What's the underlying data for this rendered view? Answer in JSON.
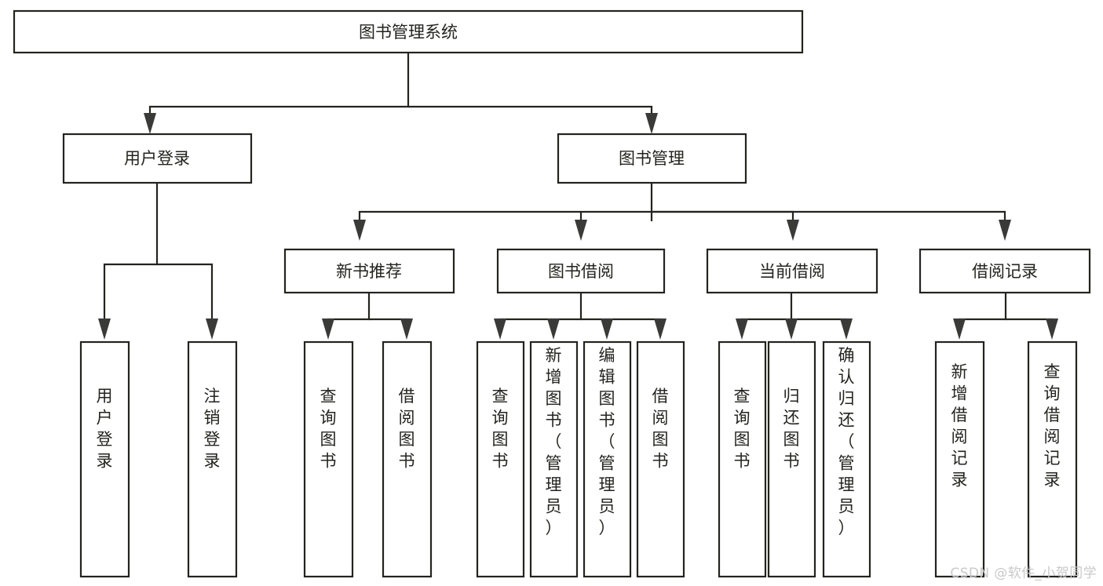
{
  "diagram": {
    "type": "tree",
    "title": "图书管理系统",
    "root": {
      "id": "root",
      "label": "图书管理系统"
    },
    "level1": [
      {
        "id": "user-login",
        "label": "用户登录"
      },
      {
        "id": "book-manage",
        "label": "图书管理"
      }
    ],
    "level2": [
      {
        "id": "new-book-recommend",
        "label": "新书推荐",
        "parent": "book-manage"
      },
      {
        "id": "book-borrow",
        "label": "图书借阅",
        "parent": "book-manage"
      },
      {
        "id": "current-borrow",
        "label": "当前借阅",
        "parent": "book-manage"
      },
      {
        "id": "borrow-record",
        "label": "借阅记录",
        "parent": "book-manage"
      }
    ],
    "leaves": {
      "user_login": [
        {
          "id": "leaf-user-login",
          "label": "用户登录"
        },
        {
          "id": "leaf-logout-login",
          "label": "注销登录"
        }
      ],
      "new_book_recommend": [
        {
          "id": "leaf-query-book-1",
          "label": "查询图书"
        },
        {
          "id": "leaf-borrow-book-1",
          "label": "借阅图书"
        }
      ],
      "book_borrow": [
        {
          "id": "leaf-query-book-2",
          "label": "查询图书"
        },
        {
          "id": "leaf-add-book",
          "label": "新增图书（管理员）"
        },
        {
          "id": "leaf-edit-book",
          "label": "编辑图书（管理员）"
        },
        {
          "id": "leaf-borrow-book-2",
          "label": "借阅图书"
        }
      ],
      "current_borrow": [
        {
          "id": "leaf-query-book-3",
          "label": "查询图书"
        },
        {
          "id": "leaf-return-book",
          "label": "归还图书"
        },
        {
          "id": "leaf-confirm-return",
          "label": "确认归还（管理员）"
        }
      ],
      "borrow_record": [
        {
          "id": "leaf-add-record",
          "label": "新增借阅记录"
        },
        {
          "id": "leaf-query-record",
          "label": "查询借阅记录"
        }
      ]
    },
    "colors": {
      "stroke": "#23241f",
      "fill": "#ffffff",
      "arrow": "#3a3a38",
      "text": "#23241f",
      "watermark": "#c9c9c9"
    }
  },
  "watermark": {
    "text": "CSDN @软件_小贺同学"
  }
}
